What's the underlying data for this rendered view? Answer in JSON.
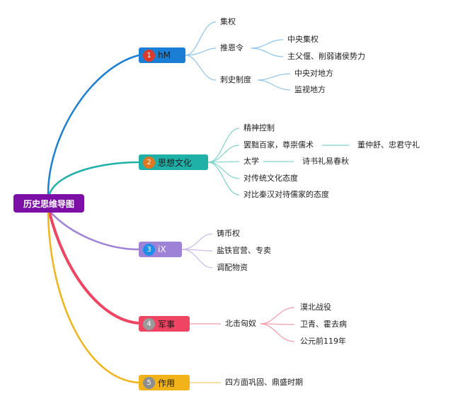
{
  "root": {
    "label": "历史思维导图"
  },
  "branches": [
    {
      "number": "1",
      "label": "hM",
      "color": "#1a7fd4",
      "badge_color": "#d93a2b",
      "children": [
        {
          "label": "集权"
        },
        {
          "label": "推恩令",
          "children": [
            "中央集权",
            "主父偃、削弱诸侯势力"
          ]
        },
        {
          "label": "刺史制度",
          "children": [
            "中央对地方",
            "监视地方"
          ]
        }
      ]
    },
    {
      "number": "2",
      "label": "思想文化",
      "color": "#1fb0a8",
      "badge_color": "#e0771f",
      "children": [
        {
          "label": "精神控制"
        },
        {
          "label": "罢黜百家，尊崇儒术",
          "children": [
            "董仲舒、忠君守礼"
          ]
        },
        {
          "label": "太学",
          "children": [
            "诗书礼易春秋"
          ]
        },
        {
          "label": "对传统文化态度"
        },
        {
          "label": "对比秦汉对待儒家的态度"
        }
      ]
    },
    {
      "number": "3",
      "label": "iX",
      "color": "#9e82d8",
      "badge_color": "#1e8ee8",
      "children": [
        {
          "label": "铸币权"
        },
        {
          "label": "盐铁官营、专卖"
        },
        {
          "label": "调配物资"
        }
      ]
    },
    {
      "number": "4",
      "label": "军事",
      "color": "#ef4562",
      "badge_color": "#9a9a9a",
      "children": [
        {
          "label": "北击匈奴",
          "children": [
            "漠北战役",
            "卫青、霍去病",
            "公元前119年"
          ]
        }
      ]
    },
    {
      "number": "5",
      "label": "作用",
      "color": "#f2b318",
      "badge_color": "#8e8e8e",
      "children": [
        {
          "label": "四方面巩固、鼎盛时期"
        }
      ]
    }
  ]
}
